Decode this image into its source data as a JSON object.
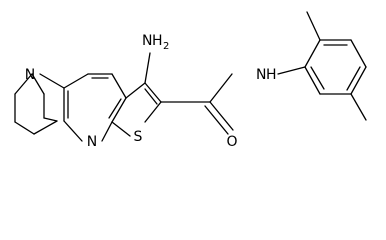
{
  "structure": {
    "atoms": {
      "amine": {
        "element": "N",
        "hydrogens": "H",
        "hcount": "2"
      },
      "amide_nh": {
        "element": "N",
        "hydrogens": "H"
      },
      "bridge_n": {
        "element": "N"
      },
      "pyridine_n": {
        "element": "N"
      },
      "thiophene_s": {
        "element": "S"
      },
      "carbonyl_o": {
        "element": "O"
      }
    }
  },
  "colors": {
    "bond": "#000000",
    "background": "#ffffff"
  }
}
